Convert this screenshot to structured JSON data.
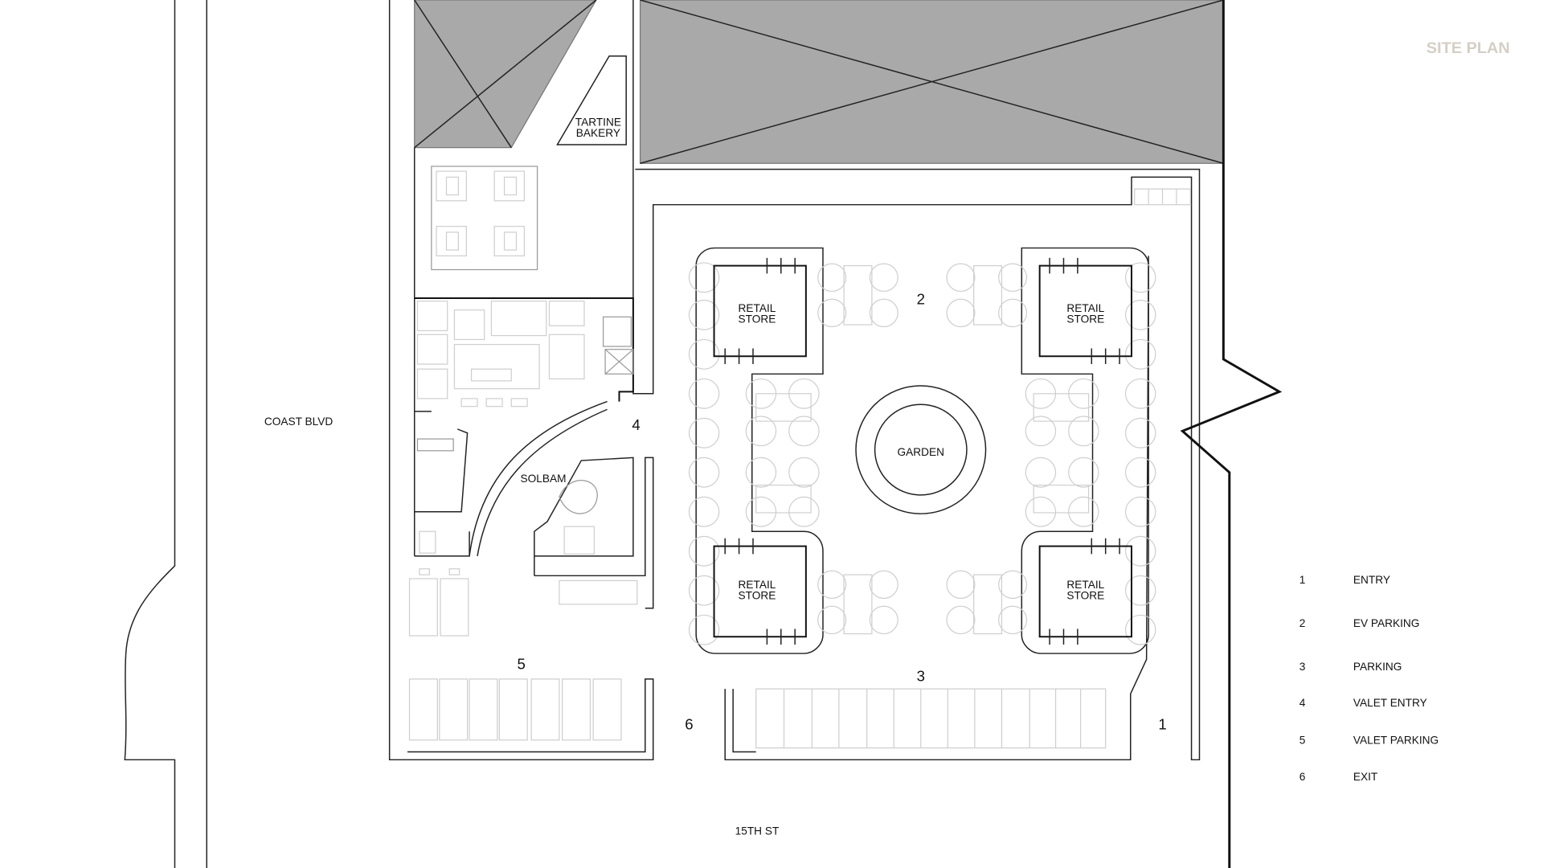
{
  "title": "SITE PLAN",
  "streets": {
    "west": "COAST BLVD",
    "south": "15TH ST"
  },
  "buildings": {
    "bakery": [
      "TARTINE",
      "BAKERY"
    ],
    "restaurant": "SOLBAM",
    "garden": "GARDEN",
    "retail": [
      {
        "line1": "RETAIL",
        "line2": "STORE"
      },
      {
        "line1": "RETAIL",
        "line2": "STORE"
      },
      {
        "line1": "RETAIL",
        "line2": "STORE"
      },
      {
        "line1": "RETAIL",
        "line2": "STORE"
      }
    ]
  },
  "markers": [
    "1",
    "2",
    "3",
    "4",
    "5",
    "6"
  ],
  "legend": [
    {
      "num": "1",
      "label": "ENTRY"
    },
    {
      "num": "2",
      "label": "EV PARKING"
    },
    {
      "num": "3",
      "label": "PARKING"
    },
    {
      "num": "4",
      "label": "VALET ENTRY"
    },
    {
      "num": "5",
      "label": "VALET PARKING"
    },
    {
      "num": "6",
      "label": "EXIT"
    }
  ],
  "colors": {
    "building_fill": "#a9a9a9",
    "title": "#d4cfc6"
  }
}
